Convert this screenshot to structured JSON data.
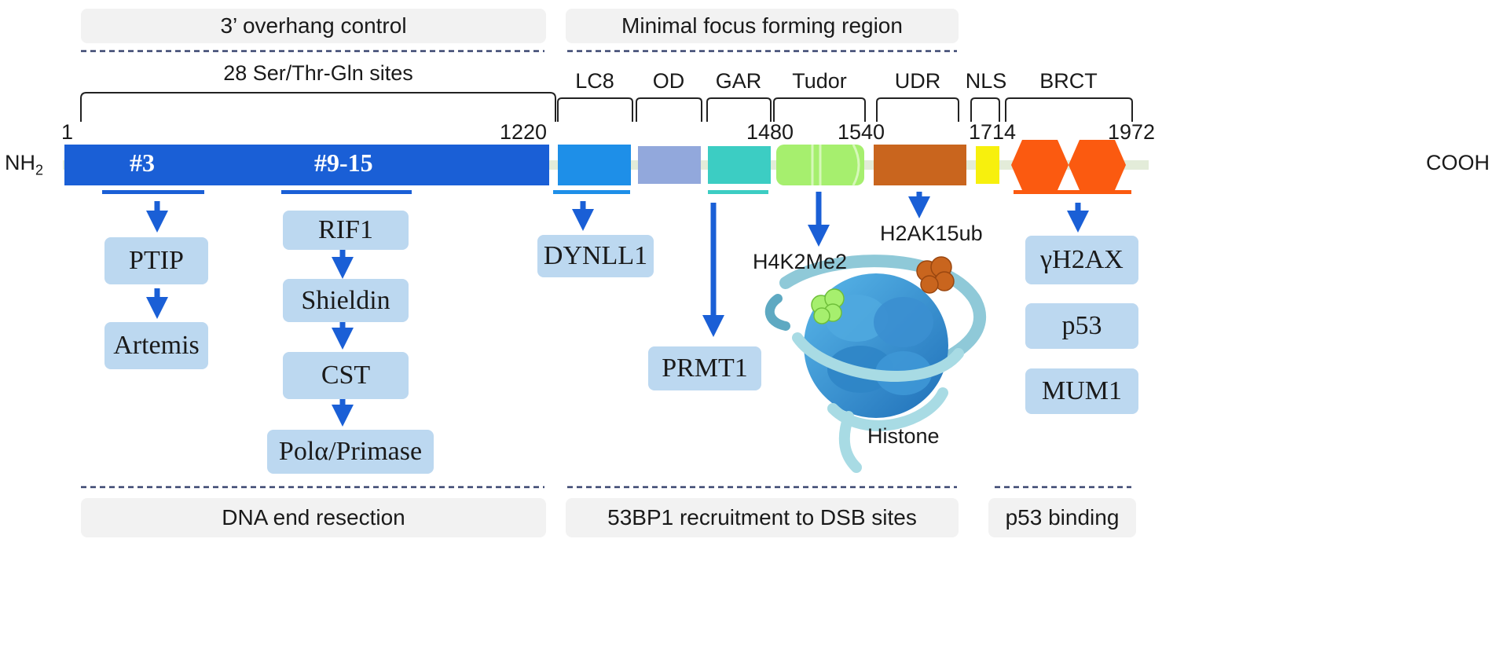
{
  "headers": {
    "overhang_control": "3’ overhang control",
    "focus_region": "Minimal focus forming region",
    "dna_end_resection": "DNA end resection",
    "recruitment": "53BP1 recruitment to DSB sites",
    "p53_binding": "p53 binding"
  },
  "protein": {
    "n_terminus": "NH",
    "n_terminus_sub": "2",
    "c_terminus": "COOH",
    "ser_thr_sites": "28 Ser/Thr-Gln sites",
    "motif_3": "#3",
    "motif_9_15": "#9-15"
  },
  "domains": {
    "lc8": "LC8",
    "od": "OD",
    "gar": "GAR",
    "tudor": "Tudor",
    "udr": "UDR",
    "nls": "NLS",
    "brct": "BRCT"
  },
  "positions": [
    "1",
    "1220",
    "1480",
    "1540",
    "1714",
    "1972"
  ],
  "partners": {
    "ptip": "PTIP",
    "artemis": "Artemis",
    "rif1": "RIF1",
    "shieldin": "Shieldin",
    "cst": "CST",
    "pol_primase": "Polα/Primase",
    "dynll1": "DYNLL1",
    "prmt1": "PRMT1",
    "gh2ax": "γH2AX",
    "p53": "p53",
    "mum1": "MUM1"
  },
  "histone": {
    "h4k20me2": "H4K2Me2",
    "h2ak15ub": "H2AK15ub",
    "label": "Histone"
  },
  "colors": {
    "main_bar": "#1a5fd6",
    "lc8": "#1e8fe8",
    "od": "#92a8dc",
    "gar": "#3ccdc3",
    "tudor": "#a6ef6e",
    "udr": "#c9651e",
    "nls": "#f7f00d",
    "brct": "#fb5a10",
    "arrow": "#1a5fd6",
    "partner_box": "#bcd8f0",
    "header_box": "#f2f2f2",
    "dashed": "#3a4670"
  }
}
